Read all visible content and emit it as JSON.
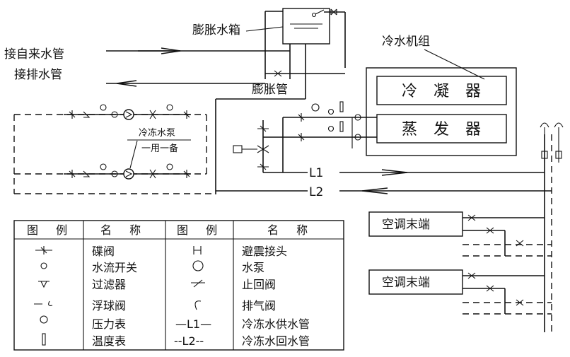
{
  "labels": {
    "expansion_tank": "膨胀水箱",
    "city_water_inlet": "接自来水管",
    "drain_pipe": "接排水管",
    "expansion_pipe": "膨胀管",
    "chiller_unit": "冷水机组",
    "condenser": "冷 凝 器",
    "evaporator": "蒸 发 器",
    "chilled_pump": "冷冻水泵",
    "one_duty_one_standby": "一用一备",
    "supply_line": "L1",
    "return_line": "L2",
    "ac_terminal_1": "空调末端",
    "ac_terminal_2": "空调末端"
  },
  "legend": {
    "headers": [
      "图 例",
      "名 称",
      "图 例",
      "名 称"
    ],
    "rows": [
      {
        "left_name": "碟阀",
        "right_symbol": "",
        "right_name": "避震接头"
      },
      {
        "left_name": "水流开关",
        "right_symbol": "",
        "right_name": "水泵"
      },
      {
        "left_name": "过滤器",
        "right_symbol": "",
        "right_name": "止回阀"
      },
      {
        "left_name": "浮球阀",
        "right_symbol": "",
        "right_name": "排气阀"
      },
      {
        "left_name": "压力表",
        "right_symbol": "—L1—",
        "right_name": "冷冻水供水管"
      },
      {
        "left_name": "温度表",
        "right_symbol": "--L2--",
        "right_name": "冷冻水回水管"
      }
    ]
  }
}
